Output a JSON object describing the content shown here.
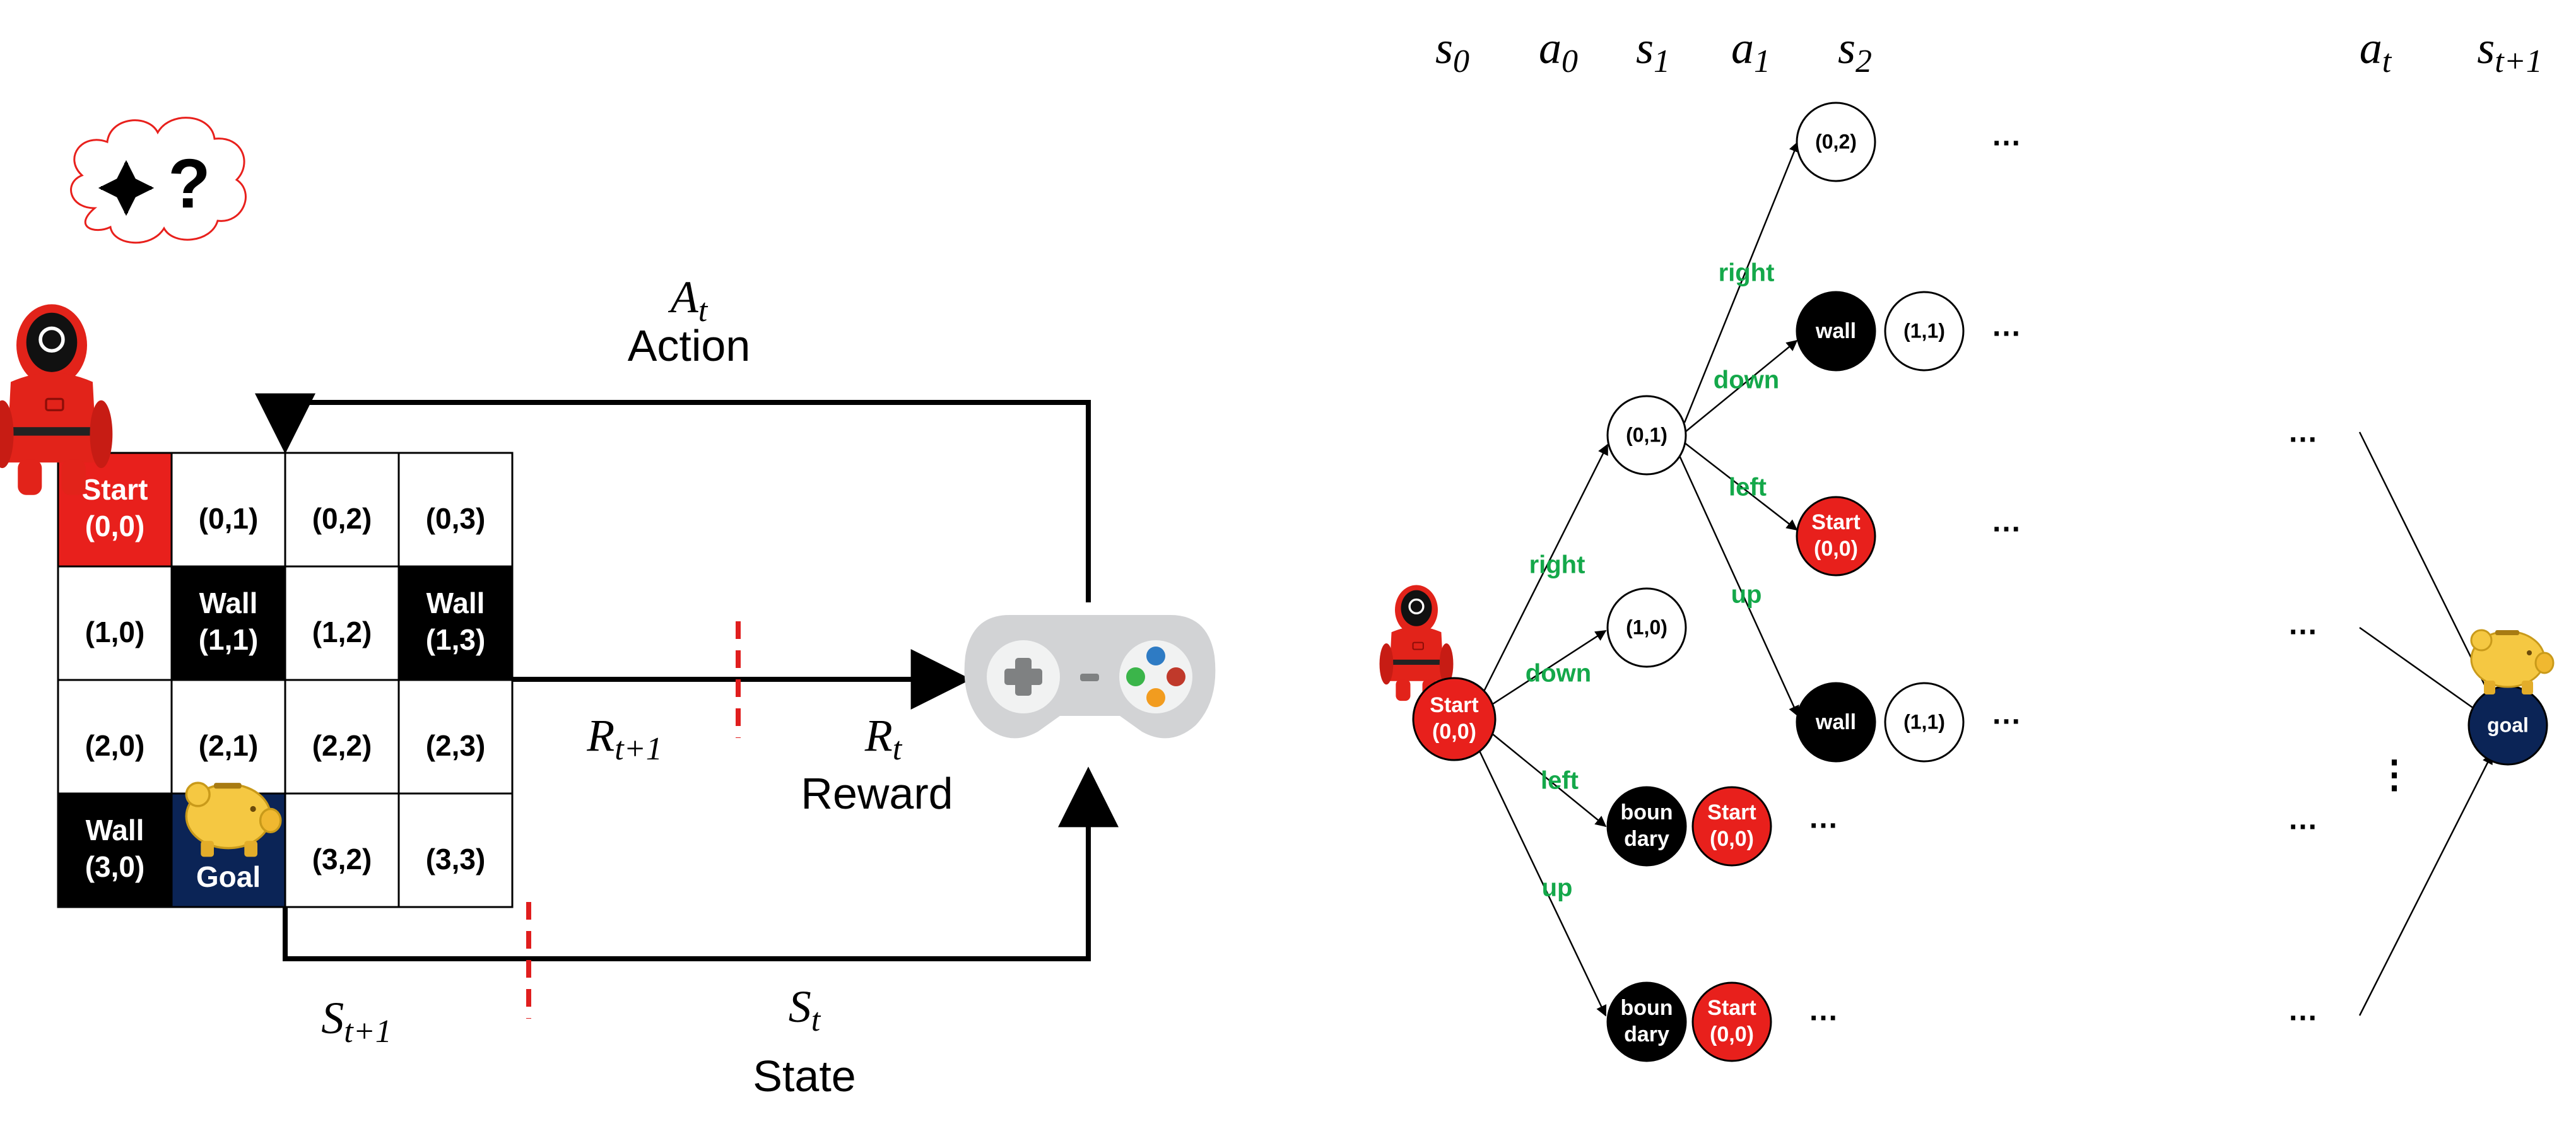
{
  "grid": {
    "cells": [
      {
        "row": 0,
        "col": 0,
        "lines": [
          "Start",
          "(0,0)"
        ],
        "kind": "start"
      },
      {
        "row": 0,
        "col": 1,
        "lines": [
          "(0,1)"
        ],
        "kind": "empty"
      },
      {
        "row": 0,
        "col": 2,
        "lines": [
          "(0,2)"
        ],
        "kind": "empty"
      },
      {
        "row": 0,
        "col": 3,
        "lines": [
          "(0,3)"
        ],
        "kind": "empty"
      },
      {
        "row": 1,
        "col": 0,
        "lines": [
          "(1,0)"
        ],
        "kind": "empty"
      },
      {
        "row": 1,
        "col": 1,
        "lines": [
          "Wall",
          "(1,1)"
        ],
        "kind": "wall"
      },
      {
        "row": 1,
        "col": 2,
        "lines": [
          "(1,2)"
        ],
        "kind": "empty"
      },
      {
        "row": 1,
        "col": 3,
        "lines": [
          "Wall",
          "(1,3)"
        ],
        "kind": "wall"
      },
      {
        "row": 2,
        "col": 0,
        "lines": [
          "(2,0)"
        ],
        "kind": "empty"
      },
      {
        "row": 2,
        "col": 1,
        "lines": [
          "(2,1)"
        ],
        "kind": "empty"
      },
      {
        "row": 2,
        "col": 2,
        "lines": [
          "(2,2)"
        ],
        "kind": "empty"
      },
      {
        "row": 2,
        "col": 3,
        "lines": [
          "(2,3)"
        ],
        "kind": "empty"
      },
      {
        "row": 3,
        "col": 0,
        "lines": [
          "Wall",
          "(3,0)"
        ],
        "kind": "wall"
      },
      {
        "row": 3,
        "col": 1,
        "lines": [
          "Goal"
        ],
        "kind": "goal"
      },
      {
        "row": 3,
        "col": 2,
        "lines": [
          "(3,2)"
        ],
        "kind": "empty"
      },
      {
        "row": 3,
        "col": 3,
        "lines": [
          "(3,3)"
        ],
        "kind": "empty"
      }
    ]
  },
  "loop": {
    "action_symbol": "A",
    "action_sub": "t",
    "action_label": "Action",
    "reward_next_symbol": "R",
    "reward_next_sub": "t+1",
    "reward_symbol": "R",
    "reward_sub": "t",
    "reward_label": "Reward",
    "state_next_symbol": "S",
    "state_next_sub": "t+1",
    "state_symbol": "S",
    "state_sub": "t",
    "state_label": "State",
    "thought_symbol": "?"
  },
  "tree": {
    "headers": [
      {
        "symbol": "s",
        "sub": "0"
      },
      {
        "symbol": "a",
        "sub": "0"
      },
      {
        "symbol": "s",
        "sub": "1"
      },
      {
        "symbol": "a",
        "sub": "1"
      },
      {
        "symbol": "s",
        "sub": "2"
      },
      {
        "symbol": "a",
        "sub": "t"
      },
      {
        "symbol": "s",
        "sub": "t+1"
      }
    ],
    "level1_actions": [
      "right",
      "down",
      "left",
      "up"
    ],
    "level2_actions": [
      "right",
      "down",
      "left",
      "up"
    ],
    "nodes": {
      "root": [
        "Start",
        "(0,0)"
      ],
      "s01": [
        "(0,1)"
      ],
      "s10": [
        "(1,0)"
      ],
      "boundary_left_a": [
        "boun",
        "dary"
      ],
      "start_left_b": [
        "Start",
        "(0,0)"
      ],
      "boundary_up_a": [
        "boun",
        "dary"
      ],
      "start_up_b": [
        "Start",
        "(0,0)"
      ],
      "s02": [
        "(0,2)"
      ],
      "wall_down_a": [
        "wall"
      ],
      "s11_down_b": [
        "(1,1)"
      ],
      "start_leftchild": [
        "Start",
        "(0,0)"
      ],
      "wall_up_a": [
        "wall"
      ],
      "s11_up_b": [
        "(1,1)"
      ],
      "goal": [
        "goal"
      ]
    },
    "ellipsis": "…",
    "vellipsis": "⋮"
  },
  "colors": {
    "red": "#e8201c",
    "black": "#000000",
    "navy": "#0b2456",
    "green": "#14a84a",
    "dashed_red": "#e01e1e",
    "controller_body": "#d2d3d5",
    "controller_pad": "#7f8182"
  }
}
